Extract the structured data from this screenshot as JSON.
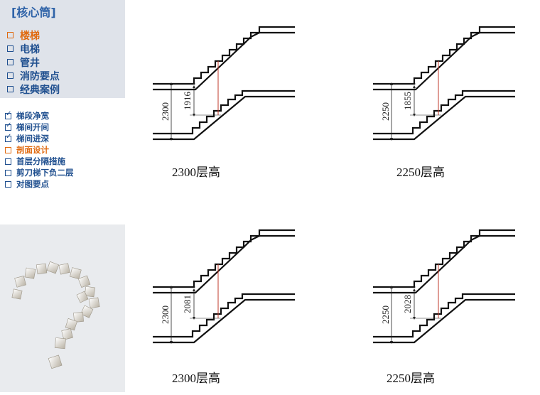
{
  "sidebar": {
    "title": "[核心筒]",
    "menu": [
      {
        "label": "楼梯",
        "active": true
      },
      {
        "label": "电梯",
        "active": false
      },
      {
        "label": "管井",
        "active": false
      },
      {
        "label": "消防要点",
        "active": false
      },
      {
        "label": "经典案例",
        "active": false
      }
    ],
    "submenu": [
      {
        "label": "梯段净宽",
        "checked": true,
        "active": false
      },
      {
        "label": "梯间开间",
        "checked": true,
        "active": false
      },
      {
        "label": "梯间进深",
        "checked": true,
        "active": false
      },
      {
        "label": "剖面设计",
        "checked": false,
        "active": true
      },
      {
        "label": "首层分隔措施",
        "checked": false,
        "active": false
      },
      {
        "label": "剪刀梯下负二层",
        "checked": false,
        "active": false
      },
      {
        "label": "对图要点",
        "checked": false,
        "active": false
      }
    ],
    "decor_image": "question-mark-of-cubes"
  },
  "diagrams": [
    {
      "total": "2300",
      "clear": "1916",
      "caption": "2300层高"
    },
    {
      "total": "2250",
      "clear": "1855",
      "caption": "2250层高"
    },
    {
      "total": "2300",
      "clear": "2081",
      "caption": "2300层高"
    },
    {
      "total": "2250",
      "clear": "2028",
      "caption": "2250层高"
    }
  ],
  "colors": {
    "accent": "#e06a10",
    "nav": "#1f4f8f",
    "title": "#2f63a8",
    "clearance_line": "#c0392b"
  }
}
